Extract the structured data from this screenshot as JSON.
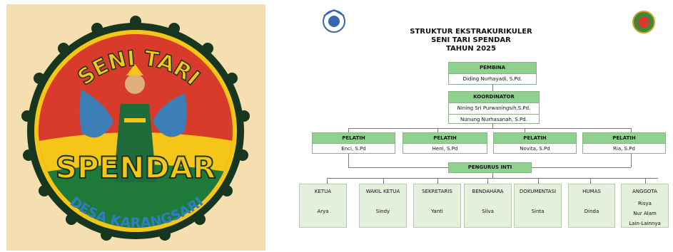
{
  "logo": {
    "top_text": "SENI TARI",
    "main_text": "SPENDAR",
    "bottom_text": "DESA KARANGSARI"
  },
  "chart": {
    "title_lines": [
      "STRUKTUR EKSTRAKURIKULER",
      "SENI TARI SPENDAR",
      "TAHUN 2025"
    ],
    "pembina": {
      "label": "PEMBINA",
      "name": "Diding Nurhayadi, S.Pd."
    },
    "koordinator": {
      "label": "KOORDINATOR",
      "names": [
        "Nining Sri Purwaningsih,S.Pd.",
        "Nunung Nurhasanah, S.Pd."
      ]
    },
    "pelatih": [
      {
        "label": "PELATIH",
        "name": "Enci, S.Pd"
      },
      {
        "label": "PELATIH",
        "name": "Heni, S.Pd"
      },
      {
        "label": "PELATIH",
        "name": "Novita, S.Pd"
      },
      {
        "label": "PELATIH",
        "name": "Ria, S.Pd"
      }
    ],
    "pengurus_inti": "PENGURUS INTI",
    "members": [
      {
        "role": "KETUA",
        "name": "Arya"
      },
      {
        "role": "WAKIL KETUA",
        "name": "Sindy"
      },
      {
        "role": "SEKRETARIS",
        "name": "Yanti"
      },
      {
        "role": "BENDAHARA",
        "name": "Silva"
      },
      {
        "role": "DOKUMENTASI",
        "name": "Sinta"
      },
      {
        "role": "HUMAS",
        "name": "Dinda"
      }
    ],
    "anggota": {
      "role": "ANGGOTA",
      "names": [
        "Risya",
        "Nur Alam",
        "Lain-Lainnya"
      ]
    }
  },
  "colors": {
    "header_green": "#8fd18f",
    "member_bg": "#e4f0dc",
    "logo_red": "#d83a2c",
    "logo_green": "#1f7a3a",
    "logo_yellow": "#f5c518",
    "logo_bg": "#f5deb0"
  }
}
